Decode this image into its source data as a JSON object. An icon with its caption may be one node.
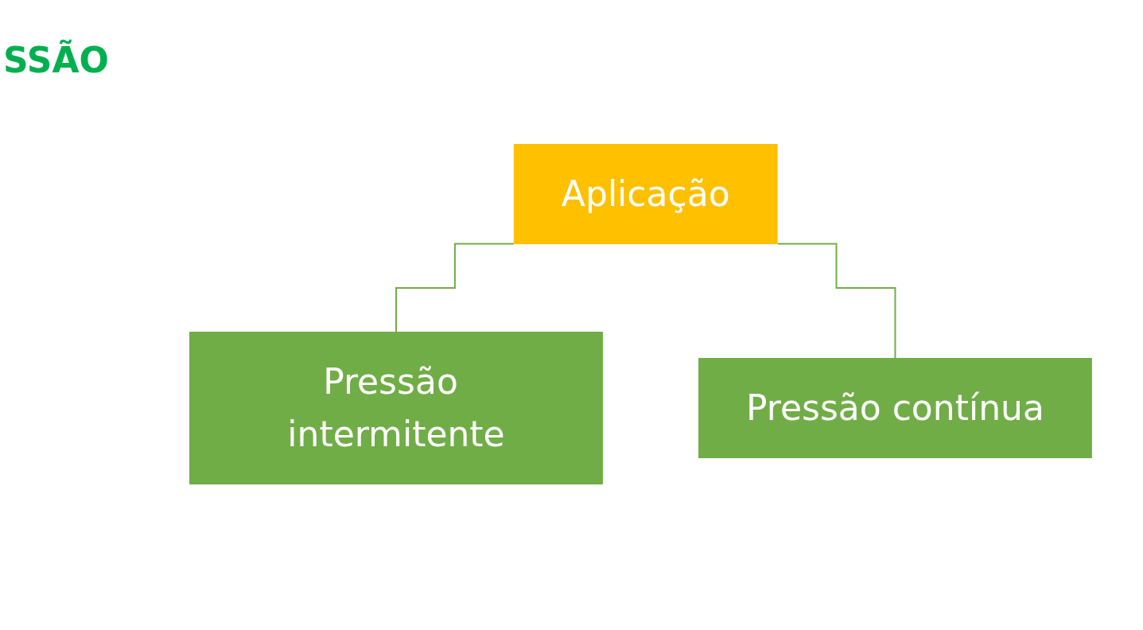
{
  "diagram": {
    "nodes": [
      {
        "text": [
          "Aplicação"
        ]
      },
      {
        "text": [
          "Pressão intermitente"
        ]
      },
      {
        "text": [
          "Pressão contínua"
        ]
      }
    ],
    "edges": [
      {
        "from": 0,
        "to": 1,
        "arrow": "none"
      },
      {
        "from": 0,
        "to": 2,
        "arrow": "none"
      }
    ],
    "labels": [
      "SSÃO"
    ]
  }
}
